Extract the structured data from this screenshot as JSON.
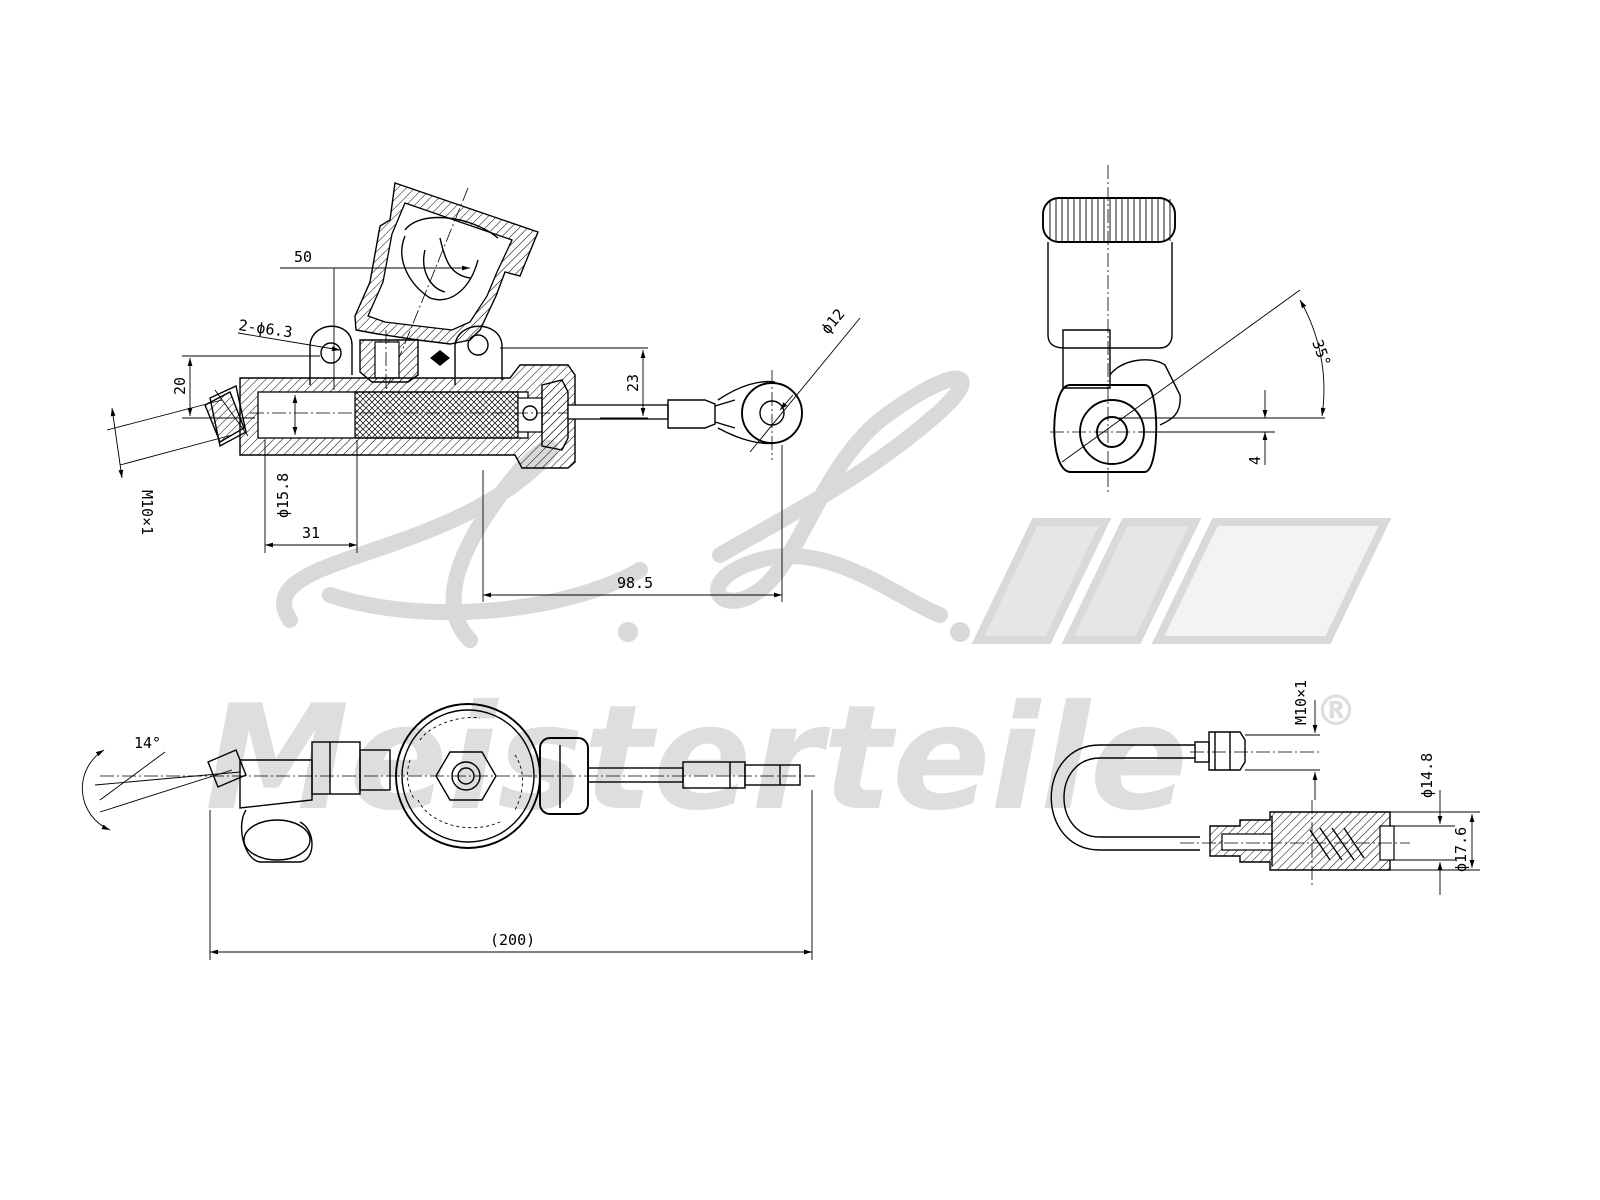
{
  "watermark": {
    "monogram": "A.L.",
    "brand": "Meisterteile",
    "registered": "®"
  },
  "dimensions": {
    "d50": "50",
    "holes": "2-ϕ6.3",
    "d20": "20",
    "d23": "23",
    "phi12": "ϕ12",
    "m10_left": "M10×1",
    "phi15_8": "ϕ15.8",
    "d31": "31",
    "d98_5": "98.5",
    "angle35": "35°",
    "d4": "4",
    "angle14": "14°",
    "d200": "(200)",
    "m10_right": "M10×1",
    "phi14_8": "ϕ14.8",
    "phi17_6": "ϕ17.6"
  }
}
